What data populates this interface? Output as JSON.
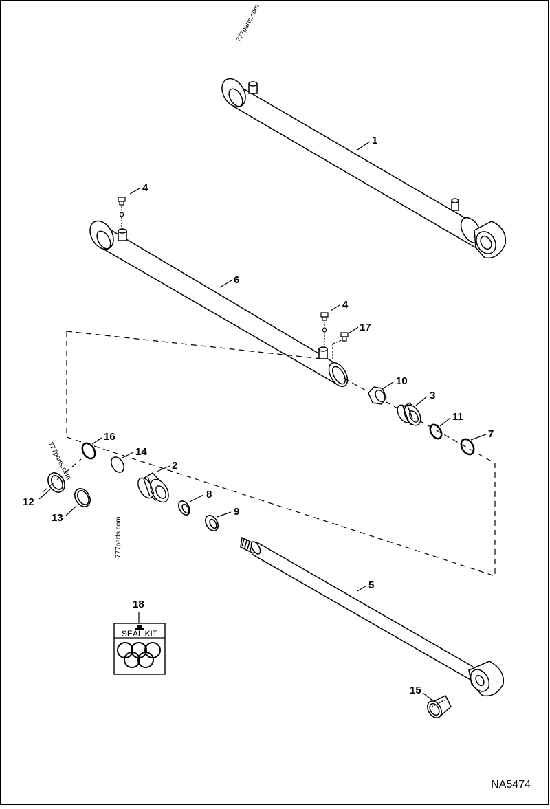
{
  "diagram": {
    "drawing_code": "NA5474",
    "watermark": "777parts.com",
    "seal_kit_label": "SEAL KIT",
    "callouts": {
      "c1": "1",
      "c2": "2",
      "c3": "3",
      "c4a": "4",
      "c4b": "4",
      "c5": "5",
      "c6": "6",
      "c7": "7",
      "c8": "8",
      "c9": "9",
      "c10": "10",
      "c11": "11",
      "c12": "12",
      "c13": "13",
      "c14": "14",
      "c15": "15",
      "c16": "16",
      "c17": "17",
      "c18": "18"
    }
  }
}
